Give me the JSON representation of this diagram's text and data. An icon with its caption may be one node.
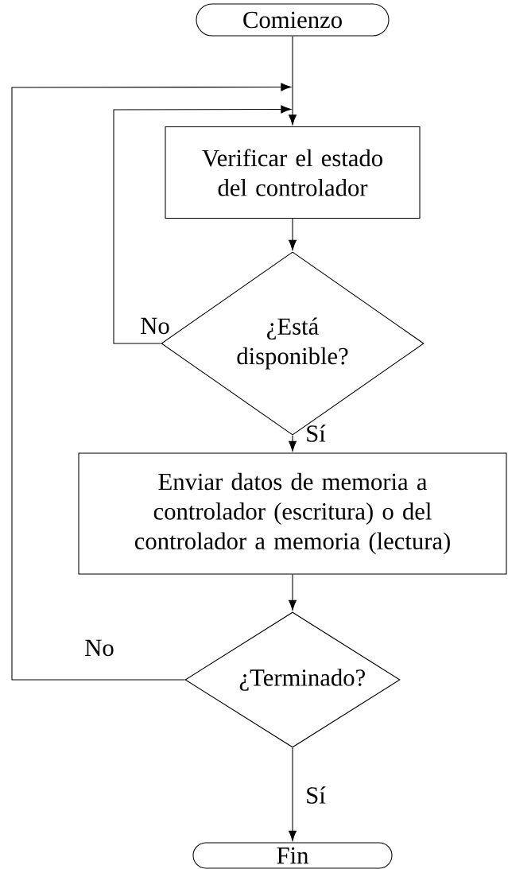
{
  "diagram": {
    "nodes": [
      {
        "text": [
          "Comienzo"
        ]
      },
      {
        "text": [
          "Verificar el estado del controlador"
        ]
      },
      {
        "text": [
          "¿Está disponible?"
        ]
      },
      {
        "text": [
          "Enviar datos de memoria a controlador (escritura) o del controlador a memoria (lectura)"
        ]
      },
      {
        "text": [
          "¿Terminado?"
        ]
      },
      {
        "text": [
          "Fin"
        ]
      }
    ],
    "edges": [
      {
        "from": 0,
        "to": 1,
        "arrow": "to"
      },
      {
        "from": 1,
        "to": 2,
        "arrow": "to"
      },
      {
        "from": 2,
        "to": 3,
        "arrow": "to",
        "label": "Sí"
      },
      {
        "from": 3,
        "to": 4,
        "arrow": "to"
      },
      {
        "from": 4,
        "to": 5,
        "arrow": "to",
        "label": "Sí"
      },
      {
        "from": 2,
        "to": 1,
        "arrow": "to",
        "label": "No"
      },
      {
        "from": 4,
        "to": 1,
        "arrow": "to",
        "label": "No"
      }
    ]
  }
}
